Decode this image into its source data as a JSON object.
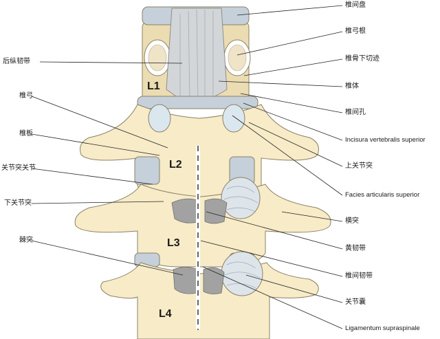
{
  "labels": {
    "disc": "椎间盘",
    "pedicle": "椎弓根",
    "inferior_notch": "椎骨下切迹",
    "body": "椎体",
    "foramen": "椎间孔",
    "incisura": "Incisura vertebralis superior",
    "superior_process": "上关节突",
    "facies": "Facies articularis superior",
    "transverse": "横突",
    "flavum": "黄韧带",
    "interspinous": "椎间韧带",
    "capsule": "关节囊",
    "supraspinale": "Ligamentum supraspinale",
    "posterior_longitudinal": "后纵韧带",
    "arch": "椎弓",
    "lamina": "椎板",
    "facet_joint": "关节突关节",
    "inferior_process": "下关节突",
    "spinous": "棘突"
  },
  "vertebrae": [
    "L1",
    "L2",
    "L3",
    "L4"
  ],
  "colors": {
    "bone": "#f7ebc8",
    "bone_stroke": "#8a8066",
    "disc": "#d9dfe6",
    "disc_dark": "#b8c2cc",
    "cartilage": "#dbe7ee",
    "ligament": "#9e9e9e",
    "line": "#222222"
  }
}
